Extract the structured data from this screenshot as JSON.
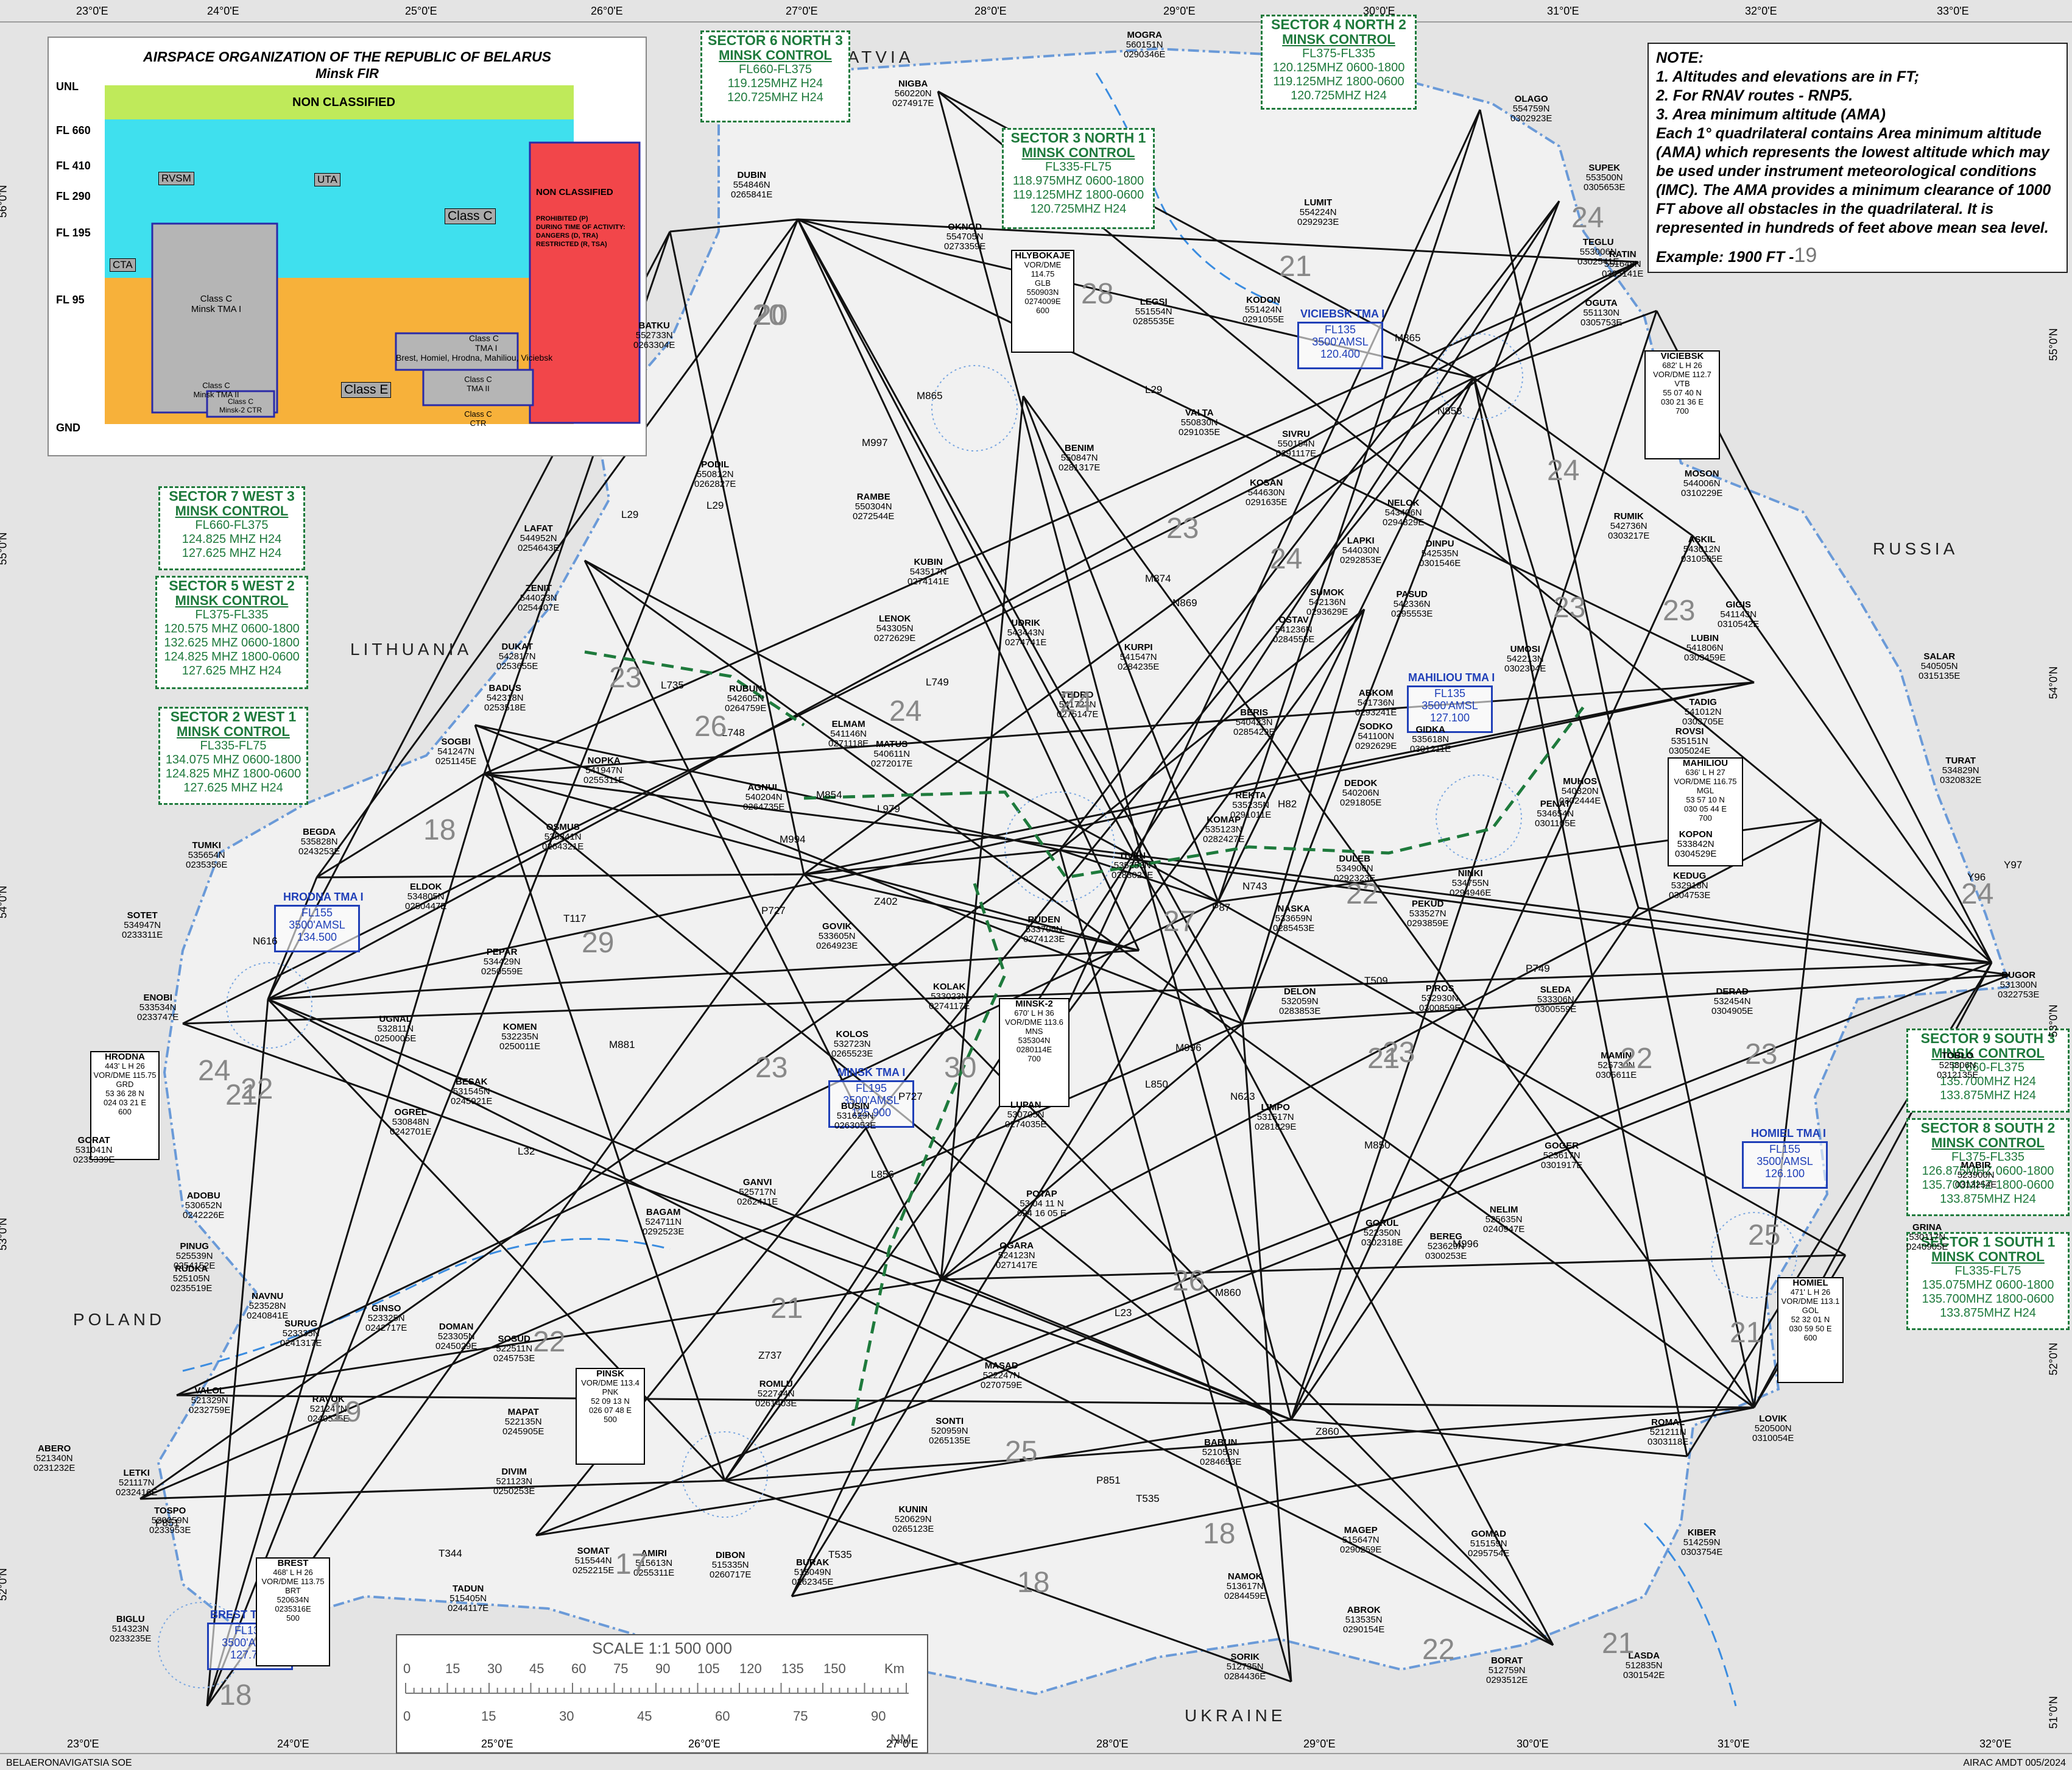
{
  "countries": [
    "LATVIA",
    "LITHUANIA",
    "RUSSIA",
    "POLAND",
    "UKRAINE"
  ],
  "grid_top": [
    "23°0'E",
    "24°0'E",
    "25°0'E",
    "26°0'E",
    "27°0'E",
    "28°0'E",
    "29°0'E",
    "30°0'E",
    "31°0'E",
    "32°0'E",
    "33°0'E"
  ],
  "grid_bottom": [
    "23°0'E",
    "24°0'E",
    "25°0'E",
    "26°0'E",
    "27°0'E",
    "28°0'E",
    "29°0'E",
    "30°0'E",
    "31°0'E",
    "32°0'E"
  ],
  "grid_left": [
    "56°0'N",
    "55°0'N",
    "54°0'N",
    "53°0'N",
    "52°0'N"
  ],
  "grid_right": [
    "55°0'N",
    "54°0'N",
    "53°0'N",
    "52°0'N",
    "51°0'N"
  ],
  "legend": {
    "title": "AIRSPACE ORGANIZATION OF THE REPUBLIC OF BELARUS",
    "subtitle": "Minsk FIR",
    "levels": [
      "UNL",
      "FL 660",
      "FL 410",
      "FL 290",
      "FL 195",
      "FL 95",
      "GND"
    ],
    "non_classified_top": "NON CLASSIFIED",
    "non_classified_side": "NON CLASSIFIED",
    "side_text": [
      "PROHIBITED (P)",
      "DURING TIME OF ACTIVITY:",
      "DANGERS (D, TRA)",
      "RESTRICTED (R, TSA)"
    ],
    "rvsm": "RVSM",
    "uta": "UTA",
    "class_c": "Class C",
    "cta": "CTA",
    "class_e": "Class E",
    "tma1_minsk": [
      "Class C",
      "Minsk TMA I"
    ],
    "tma1_region": [
      "Class C",
      "TMA I",
      "Brest, Homiel, Hrodna, Mahiliou, Viciebsk"
    ],
    "tma2_minsk": [
      "Class C",
      "Minsk TMA II"
    ],
    "tma2_region": [
      "Class C",
      "TMA II"
    ],
    "ctr_minsk": [
      "Class C",
      "Minsk-2 CTR"
    ],
    "ctr_region": [
      "Class C",
      "CTR"
    ]
  },
  "note": {
    "lines": [
      "NOTE:",
      "1. Altitudes and elevations are in FT;",
      "2. For RNAV routes - RNP5.",
      "3. Area minimum altitude (AMA)",
      "Each 1° quadrilateral contains Area minimum altitude (AMA) which represents the lowest altitude which may be used under instrument meteorological conditions (IMC). The AMA provides a minimum clearance of 1000 FT above all obstacles in the quadrilateral. It is represented in hundreds of feet above mean sea level."
    ],
    "example_label": "Example: 1900 FT -",
    "example_value": "19"
  },
  "sectors": [
    {
      "title": "SECTOR 6 NORTH 3",
      "unit": "MINSK CONTROL",
      "lines": [
        "FL660-FL375",
        "119.125MHZ H24",
        "120.725MHZ H24"
      ]
    },
    {
      "title": "SECTOR 4 NORTH 2",
      "unit": "MINSK CONTROL",
      "lines": [
        "FL375-FL335",
        "120.125MHZ 0600-1800",
        "119.125MHZ 1800-0600",
        "120.725MHZ H24"
      ]
    },
    {
      "title": "SECTOR 3 NORTH 1",
      "unit": "MINSK CONTROL",
      "lines": [
        "FL335-FL75",
        "118.975MHZ 0600-1800",
        "119.125MHZ 1800-0600",
        "120.725MHZ H24"
      ]
    },
    {
      "title": "SECTOR 7 WEST 3",
      "unit": "MINSK CONTROL",
      "lines": [
        "FL660-FL375",
        "124.825 MHZ H24",
        "127.625 MHZ H24"
      ]
    },
    {
      "title": "SECTOR 5 WEST 2",
      "unit": "MINSK CONTROL",
      "lines": [
        "FL375-FL335",
        "120.575 MHZ 0600-1800",
        "132.625 MHZ 0600-1800",
        "124.825 MHZ 1800-0600",
        "127.625 MHZ H24"
      ]
    },
    {
      "title": "SECTOR 2 WEST 1",
      "unit": "MINSK CONTROL",
      "lines": [
        "FL335-FL75",
        "134.075 MHZ 0600-1800",
        "124.825 MHZ 1800-0600",
        "127.625 MHZ H24"
      ]
    },
    {
      "title": "SECTOR 9 SOUTH 3",
      "unit": "MINSK CONTROL",
      "lines": [
        "FL660-FL375",
        "135.700MHZ H24",
        "133.875MHZ H24"
      ]
    },
    {
      "title": "SECTOR 8 SOUTH 2",
      "unit": "MINSK CONTROL",
      "lines": [
        "FL375-FL335",
        "126.875MHZ 0600-1800",
        "135.700MHZ 1800-0600",
        "133.875MHZ H24"
      ]
    },
    {
      "title": "SECTOR 1 SOUTH 1",
      "unit": "MINSK CONTROL",
      "lines": [
        "FL335-FL75",
        "135.075MHZ 0600-1800",
        "135.700MHZ 1800-0600",
        "133.875MHZ H24"
      ]
    }
  ],
  "tmas": [
    {
      "name": "VICIEBSK TMA I",
      "lines": [
        "FL135",
        "3500'AMSL",
        "120.400"
      ]
    },
    {
      "name": "MAHILIOU TMA I",
      "lines": [
        "FL135",
        "3500'AMSL",
        "127.100"
      ]
    },
    {
      "name": "HRODNA TMA I",
      "lines": [
        "FL155",
        "3500'AMSL",
        "134.500"
      ]
    },
    {
      "name": "MINSK TMA I",
      "lines": [
        "FL195",
        "3500'AMSL",
        "125.900"
      ]
    },
    {
      "name": "HOMIEL TMA I",
      "lines": [
        "FL155",
        "3500'AMSL",
        "126.100"
      ]
    },
    {
      "name": "BREST TMA I",
      "lines": [
        "FL135",
        "3500'AMSL",
        "127.700"
      ]
    }
  ],
  "navaids": [
    {
      "name": "HLYBOKAJE",
      "lines": [
        "VOR/DME 114.75",
        "GLB",
        " ",
        "550903N",
        "0274009E",
        " ",
        "600"
      ]
    },
    {
      "name": "VICIEBSK",
      "lines": [
        "682' L H 26",
        "VOR/DME 112.7",
        "VTB",
        " ",
        "55 07 40 N",
        "030 21 36 E",
        " ",
        "700"
      ]
    },
    {
      "name": "MAHILIOU",
      "lines": [
        "636' L H 27",
        "VOR/DME 116.75",
        "MGL",
        " ",
        "53 57 10 N",
        "030 05 44 E",
        " ",
        "700"
      ]
    },
    {
      "name": "MINSK-2",
      "lines": [
        "670' L H 36",
        "VOR/DME 113.6",
        "MNS",
        " ",
        "535304N",
        "0280114E",
        " ",
        "700"
      ]
    },
    {
      "name": "HRODNA",
      "lines": [
        "443' L H 26",
        "VOR/DME 115.75",
        "GRD",
        " ",
        "53 36 28 N",
        "024 03 21 E",
        " ",
        "600"
      ]
    },
    {
      "name": "PINSK",
      "lines": [
        "VOR/DME 113.4",
        "PNK",
        " ",
        "52 09 13 N",
        "026 07 48 E",
        " ",
        "500"
      ]
    },
    {
      "name": "HOMIEL",
      "lines": [
        "471' L H 26",
        "VOR/DME 113.1",
        "GOL",
        " ",
        "52 32 01 N",
        "030 59 50 E",
        " ",
        "600"
      ]
    },
    {
      "name": "BREST",
      "lines": [
        "468' L H 26",
        "VOR/DME 113.75",
        "BRT",
        " ",
        "520634N",
        "0235316E",
        " ",
        "500"
      ]
    }
  ],
  "waypoints": [
    {
      "n": "MOGRA",
      "a": "560151N",
      "b": "0290346E"
    },
    {
      "n": "NIGBA",
      "a": "560220N",
      "b": "0274917E"
    },
    {
      "n": "OLAGO",
      "a": "554759N",
      "b": "0302923E"
    },
    {
      "n": "SUPEK",
      "a": "553500N",
      "b": "0305653E"
    },
    {
      "n": "DUBIN",
      "a": "554846N",
      "b": "0265841E"
    },
    {
      "n": "OKNOD",
      "a": "554705N",
      "b": "0273359E"
    },
    {
      "n": "LUMIT",
      "a": "554224N",
      "b": "0292923E"
    },
    {
      "n": "TEGLU",
      "a": "553006N",
      "b": "0302541E"
    },
    {
      "n": "RATIN",
      "a": "551648N",
      "b": "0305141E"
    },
    {
      "n": "KODON",
      "a": "551424N",
      "b": "0291055E"
    },
    {
      "n": "OGUTA",
      "a": "551130N",
      "b": "0305753E"
    },
    {
      "n": "LEGSI",
      "a": "551554N",
      "b": "0285535E"
    },
    {
      "n": "BATKU",
      "a": "552733N",
      "b": "0263304E"
    },
    {
      "n": "VALTA",
      "a": "550830N",
      "b": "0291035E"
    },
    {
      "n": "SIVRU",
      "a": "550154N",
      "b": "0291117E"
    },
    {
      "n": "BENIM",
      "a": "550847N",
      "b": "0281317E"
    },
    {
      "n": "PODIL",
      "a": "550812N",
      "b": "0262827E"
    },
    {
      "n": "RAMBE",
      "a": "550304N",
      "b": "0272544E"
    },
    {
      "n": "KOSAN",
      "a": "544630N",
      "b": "0291635E"
    },
    {
      "n": "MOSON",
      "a": "544006N",
      "b": "0310229E"
    },
    {
      "n": "LAFAT",
      "a": "544952N",
      "b": "0254643E"
    },
    {
      "n": "NELOK",
      "a": "543406N",
      "b": "0294829E"
    },
    {
      "n": "RUMIK",
      "a": "542736N",
      "b": "0303217E"
    },
    {
      "n": "ASKIL",
      "a": "543012N",
      "b": "0310505E"
    },
    {
      "n": "LAPKI",
      "a": "544030N",
      "b": "0292853E"
    },
    {
      "n": "DINPU",
      "a": "542535N",
      "b": "0301546E"
    },
    {
      "n": "KUBIN",
      "a": "543517N",
      "b": "0274141E"
    },
    {
      "n": "ZENIT",
      "a": "544023N",
      "b": "0254407E"
    },
    {
      "n": "SUMOK",
      "a": "542136N",
      "b": "0293629E"
    },
    {
      "n": "PASUD",
      "a": "542336N",
      "b": "0295553E"
    },
    {
      "n": "GIGIS",
      "a": "541143N",
      "b": "0310542E"
    },
    {
      "n": "LENOK",
      "a": "543305N",
      "b": "0272629E"
    },
    {
      "n": "UDRIK",
      "a": "543443N",
      "b": "0274741E"
    },
    {
      "n": "OSTAV",
      "a": "541236N",
      "b": "0284555E"
    },
    {
      "n": "LUBIN",
      "a": "541806N",
      "b": "0303459E"
    },
    {
      "n": "UMOSI",
      "a": "542213N",
      "b": "0302304E"
    },
    {
      "n": "DUKAT",
      "a": "542817N",
      "b": "0253655E"
    },
    {
      "n": "KURPI",
      "a": "541547N",
      "b": "0284235E"
    },
    {
      "n": "SALAR",
      "a": "540505N",
      "b": "0315135E"
    },
    {
      "n": "BADUS",
      "a": "542318N",
      "b": "0253518E"
    },
    {
      "n": "RUBUN",
      "a": "542605N",
      "b": "0264759E"
    },
    {
      "n": "TEDRO",
      "a": "541723N",
      "b": "0275147E"
    },
    {
      "n": "ABKOM",
      "a": "541736N",
      "b": "0293241E"
    },
    {
      "n": "TADIG",
      "a": "541012N",
      "b": "0303705E"
    },
    {
      "n": "BERIS",
      "a": "540423N",
      "b": "0285429E"
    },
    {
      "n": "SODKO",
      "a": "541100N",
      "b": "0292629E"
    },
    {
      "n": "GIDKA",
      "a": "535618N",
      "b": "0301211E"
    },
    {
      "n": "TURAT",
      "a": "534829N",
      "b": "0320832E"
    },
    {
      "n": "SOGBI",
      "a": "541247N",
      "b": "0251145E"
    },
    {
      "n": "ELMAM",
      "a": "541146N",
      "b": "0271118E"
    },
    {
      "n": "ROVSI",
      "a": "535151N",
      "b": "0305024E"
    },
    {
      "n": "NOPKA",
      "a": "541947N",
      "b": "0255311E"
    },
    {
      "n": "MATUS",
      "a": "540611N",
      "b": "0272017E"
    },
    {
      "n": "DEDOK",
      "a": "540206N",
      "b": "0291805E"
    },
    {
      "n": "MUHOS",
      "a": "540320N",
      "b": "0302444E"
    },
    {
      "n": "AGNUL",
      "a": "540204N",
      "b": "0264735E"
    },
    {
      "n": "REKTA",
      "a": "535235N",
      "b": "0291011E"
    },
    {
      "n": "PENAT",
      "a": "534654N",
      "b": "0301105E"
    },
    {
      "n": "KOPON",
      "a": "533842N",
      "b": "0304529E"
    },
    {
      "n": "BEGDA",
      "a": "535828N",
      "b": "0243253E"
    },
    {
      "n": "OSMUS",
      "a": "535341N",
      "b": "0264321E"
    },
    {
      "n": "KOMAP",
      "a": "535123N",
      "b": "0282427E"
    },
    {
      "n": "TUMKI",
      "a": "535654N",
      "b": "0235356E"
    },
    {
      "n": "TIVAN",
      "a": "535253N",
      "b": "0283023E"
    },
    {
      "n": "DULEB",
      "a": "534906N",
      "b": "0292323E"
    },
    {
      "n": "NINKI",
      "a": "534755N",
      "b": "0294946E"
    },
    {
      "n": "KEDUG",
      "a": "532918N",
      "b": "0304753E"
    },
    {
      "n": "ELDOK",
      "a": "534805N",
      "b": "0250447E"
    },
    {
      "n": "SOTET",
      "a": "534947N",
      "b": "0233311E"
    },
    {
      "n": "GOVIK",
      "a": "533605N",
      "b": "0264923E"
    },
    {
      "n": "RUDEN",
      "a": "533705N",
      "b": "0274123E"
    },
    {
      "n": "NASKA",
      "a": "533659N",
      "b": "0285453E"
    },
    {
      "n": "PEKUD",
      "a": "533527N",
      "b": "0293859E"
    },
    {
      "n": "PEPAR",
      "a": "534429N",
      "b": "0250559E"
    },
    {
      "n": "BUGOR",
      "a": "531300N",
      "b": "0322753E"
    },
    {
      "n": "ENOBI",
      "a": "533534N",
      "b": "0233747E"
    },
    {
      "n": "KOLAK",
      "a": "533023N",
      "b": "0274117E"
    },
    {
      "n": "DELON",
      "a": "532059N",
      "b": "0283853E"
    },
    {
      "n": "PIROS",
      "a": "532930N",
      "b": "0300859E"
    },
    {
      "n": "SLEDA",
      "a": "533306N",
      "b": "0300559E"
    },
    {
      "n": "DERAD",
      "a": "532454N",
      "b": "0304905E"
    },
    {
      "n": "UGNAL",
      "a": "532811N",
      "b": "0250005E"
    },
    {
      "n": "KOMEN",
      "a": "532235N",
      "b": "0250011E"
    },
    {
      "n": "KOLOS",
      "a": "532723N",
      "b": "0265523E"
    },
    {
      "n": "MAMIN",
      "a": "525730N",
      "b": "0305611E"
    },
    {
      "n": "TOBLO",
      "a": "525806N",
      "b": "0312135E"
    },
    {
      "n": "BESAK",
      "a": "531545N",
      "b": "0245921E"
    },
    {
      "n": "BUSIN",
      "a": "531629N",
      "b": "0263053E"
    },
    {
      "n": "LUPAN",
      "a": "530705N",
      "b": "0274035E"
    },
    {
      "n": "LIMPO",
      "a": "531517N",
      "b": "0281829E"
    },
    {
      "n": "OGREL",
      "a": "530848N",
      "b": "0242701E"
    },
    {
      "n": "GORAT",
      "a": "531041N",
      "b": "0235339E"
    },
    {
      "n": "GOGER",
      "a": "523617N",
      "b": "0301917E"
    },
    {
      "n": "MABIR",
      "a": "523900N",
      "b": "0313254E"
    },
    {
      "n": "GANVI",
      "a": "525717N",
      "b": "0262411E"
    },
    {
      "n": "POTAP",
      "a": "53 04 11 N",
      "b": "024 16 05 E"
    },
    {
      "n": "ADOBU",
      "a": "530652N",
      "b": "0242226E"
    },
    {
      "n": "NELIM",
      "a": "525635N",
      "b": "0240947E"
    },
    {
      "n": "GRINA",
      "a": "530117N",
      "b": "0240905E"
    },
    {
      "n": "PINUG",
      "a": "525539N",
      "b": "0254152E"
    },
    {
      "n": "BAGAM",
      "a": "524711N",
      "b": "0292523E"
    },
    {
      "n": "GORUL",
      "a": "522350N",
      "b": "0302318E"
    },
    {
      "n": "BEREG",
      "a": "523629N",
      "b": "0300253E"
    },
    {
      "n": "OGARA",
      "a": "524123N",
      "b": "0271417E"
    },
    {
      "n": "RUDKA",
      "a": "525105N",
      "b": "0235519E"
    },
    {
      "n": "NAVNU",
      "a": "523528N",
      "b": "0240841E"
    },
    {
      "n": "GINSO",
      "a": "523325N",
      "b": "0242717E"
    },
    {
      "n": "DOMAN",
      "a": "523305N",
      "b": "0245029E"
    },
    {
      "n": "SOSUD",
      "a": "522511N",
      "b": "0245753E"
    },
    {
      "n": "SURUG",
      "a": "523335N",
      "b": "0241317E"
    },
    {
      "n": "MASAD",
      "a": "522247N",
      "b": "0270759E"
    },
    {
      "n": "ROMLU",
      "a": "522744N",
      "b": "0261403E"
    },
    {
      "n": "VALOL",
      "a": "521329N",
      "b": "0232759E"
    },
    {
      "n": "RAVOK",
      "a": "521247N",
      "b": "0240535E"
    },
    {
      "n": "MAPAT",
      "a": "522135N",
      "b": "0245905E"
    },
    {
      "n": "SONTI",
      "a": "520959N",
      "b": "0265135E"
    },
    {
      "n": "ROMAL",
      "a": "521211N",
      "b": "0303118E"
    },
    {
      "n": "LOVIK",
      "a": "520500N",
      "b": "0310054E"
    },
    {
      "n": "ABERO",
      "a": "521340N",
      "b": "0231232E"
    },
    {
      "n": "BABUN",
      "a": "521053N",
      "b": "0284653E"
    },
    {
      "n": "LETKI",
      "a": "521117N",
      "b": "0232416E"
    },
    {
      "n": "DIVIM",
      "a": "521123N",
      "b": "0250253E"
    },
    {
      "n": "TOSPO",
      "a": "520059N",
      "b": "0233953E"
    },
    {
      "n": "KUNIN",
      "a": "520629N",
      "b": "0265123E"
    },
    {
      "n": "MAGEP",
      "a": "515647N",
      "b": "0290259E"
    },
    {
      "n": "GOMAD",
      "a": "515159N",
      "b": "0295754E"
    },
    {
      "n": "KIBER",
      "a": "514259N",
      "b": "0303754E"
    },
    {
      "n": "SOMAT",
      "a": "515544N",
      "b": "0252215E"
    },
    {
      "n": "AMIRI",
      "a": "515613N",
      "b": "0255311E"
    },
    {
      "n": "DIBON",
      "a": "515335N",
      "b": "0260717E"
    },
    {
      "n": "BURAK",
      "a": "515049N",
      "b": "0262345E"
    },
    {
      "n": "TADUN",
      "a": "515405N",
      "b": "0244117E"
    },
    {
      "n": "NAMOK",
      "a": "513617N",
      "b": "0284459E"
    },
    {
      "n": "ABROK",
      "a": "513535N",
      "b": "0290154E"
    },
    {
      "n": "BIGLU",
      "a": "514323N",
      "b": "0233235E"
    },
    {
      "n": "SORIK",
      "a": "512735N",
      "b": "0284436E"
    },
    {
      "n": "BORAT",
      "a": "512759N",
      "b": "0293512E"
    },
    {
      "n": "LASDA",
      "a": "512835N",
      "b": "0301542E"
    }
  ],
  "route_labels": [
    "M997",
    "M865",
    "N858",
    "L29",
    "L29",
    "L29",
    "N869",
    "M874",
    "L735",
    "L749",
    "L979",
    "L748",
    "T117",
    "L32",
    "P851",
    "T535",
    "T344",
    "L856",
    "N623",
    "P749",
    "M854",
    "M881",
    "P727",
    "N743",
    "Z402",
    "L23",
    "Z737",
    "M996",
    "M860",
    "Y96",
    "Y97",
    "L850",
    "N616",
    "H82",
    "M994",
    "M996",
    "M865",
    "P727",
    "P87",
    "T509",
    "M850",
    "Z860",
    "P851",
    "T535"
  ],
  "ama_values": [
    "20",
    "28",
    "21",
    "24",
    "20",
    "24",
    "23",
    "23",
    "23",
    "24",
    "24",
    "23",
    "26",
    "25",
    "24",
    "18",
    "29",
    "27",
    "24",
    "22",
    "23",
    "30",
    "23",
    "23",
    "21",
    "22",
    "21",
    "26",
    "21",
    "25",
    "19",
    "22",
    "18",
    "17",
    "18",
    "22",
    "21",
    "18",
    "21",
    "22",
    "24"
  ],
  "scale": {
    "title": "SCALE 1:1 500 000",
    "km": [
      "0",
      "15",
      "30",
      "45",
      "60",
      "75",
      "90",
      "105",
      "120",
      "135",
      "150"
    ],
    "km_unit": "Km",
    "nm": [
      "0",
      "15",
      "30",
      "45",
      "60",
      "75",
      "90"
    ],
    "nm_unit": "NM"
  },
  "footer_left": "BELAERONAVIGATSIA SOE",
  "footer_right": "AIRAC AMDT 005/2024"
}
